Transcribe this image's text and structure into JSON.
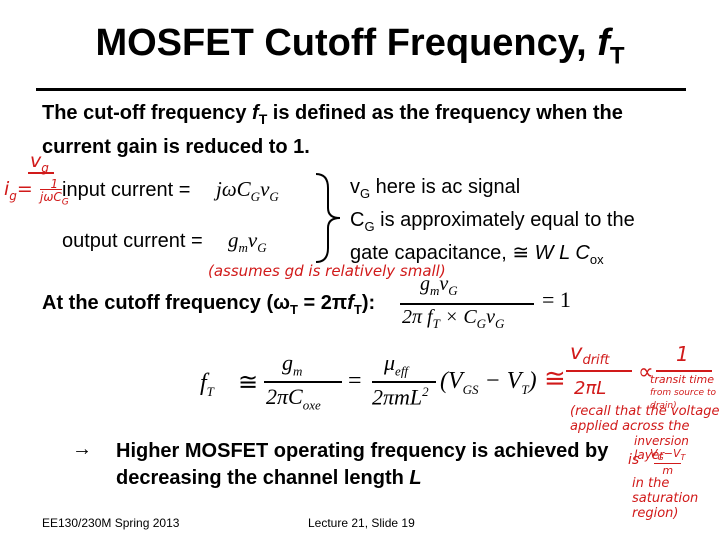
{
  "title": {
    "text": "MOSFET Cutoff Frequency, ",
    "symbol": "f",
    "sub": "T"
  },
  "intro": {
    "line1_a": "The cut-off frequency ",
    "symbol": "f",
    "sub": "T",
    "line1_b": " is defined as the frequency when the",
    "line2": "current gain is reduced to 1."
  },
  "input_current": {
    "label": "input current =",
    "expr": "jωC",
    "sub1": "G",
    "expr2": "v",
    "sub2": "G"
  },
  "output_current": {
    "label": "output current =",
    "expr": "g",
    "sub1": "m",
    "expr2": "v",
    "sub2": "G"
  },
  "note": {
    "l1_a": "v",
    "l1_sub": "G",
    "l1_b": "  here is ac signal",
    "l2_a": "C",
    "l2_sub": "G",
    "l2_b": " is approximately equal to the",
    "l3_a": "gate capacitance, ≅ ",
    "l3_it": "W L C",
    "l3_sub": "ox"
  },
  "cutoff": {
    "text_a": "At the cutoff frequency (ω",
    "sub1": "T",
    "text_b": " = 2π",
    "f": "f",
    "sub2": "T",
    "text_c": "):"
  },
  "eq1": {
    "num_a": "g",
    "num_sub_a": "m",
    "num_b": "v",
    "num_sub_b": "G",
    "den_a": "2π  ",
    "den_f": "f",
    "den_fsub": "T",
    "den_b": " × C",
    "den_csub": "G",
    "den_c": "v",
    "den_vsub": "G",
    "rhs": "=  1"
  },
  "eq2": {
    "lhs": "f",
    "lhs_sub": "T",
    "approx": "≅",
    "f1_num": "g",
    "f1_num_sub": "m",
    "f1_den": "2πC",
    "f1_den_sub": "oxe",
    "eq": "=",
    "f2_num": "μ",
    "f2_num_sub": "eff",
    "f2_den": "2πmL",
    "f2_den_sup": "2",
    "paren": "(V",
    "paren_sub1": "GS",
    "paren_mid": " − V",
    "paren_sub2": "T",
    "paren_end": ")"
  },
  "conclusion": {
    "arrow": "→",
    "line1": "Higher MOSFET operating frequency is achieved by",
    "line2_a": "decreasing the channel length ",
    "line2_it": "L"
  },
  "annotations": {
    "ig_top": "v",
    "ig_top_sub": "g",
    "ig_main": "i",
    "ig_main_sub": "g",
    "ig_eq": "= ",
    "ig_frac_num": "1",
    "ig_frac_den": "jωC",
    "ig_frac_den_sub": "G",
    "assumes": "(assumes gd is relatively small)",
    "vdrift": "v",
    "vdrift_sub": "drift",
    "over": "2πL",
    "propto": "∝",
    "one": "1",
    "transit": "transit time",
    "transit2": "from source to drain)",
    "recall1": "(recall that the voltage",
    "recall2": "applied across the",
    "inversion": "inversion layer",
    "is": "is",
    "frac_num": "V",
    "frac_num_sub": "G",
    "frac_num_b": "−V",
    "frac_num_sub2": "T",
    "frac_den": "m",
    "insat1": "in the",
    "insat2": "saturation",
    "insat3": "region)"
  },
  "footer": {
    "left": "EE130/230M Spring 2013",
    "center": "Lecture 21, Slide 19"
  },
  "colors": {
    "ink": "#000000",
    "annotation": "#d11a1a"
  }
}
